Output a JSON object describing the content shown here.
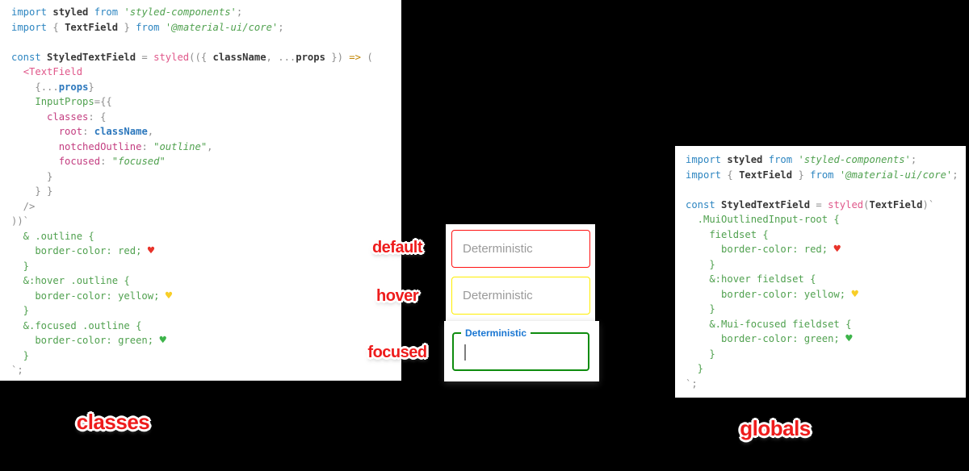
{
  "canvas": {
    "background": "#000000"
  },
  "captions": {
    "default": "default",
    "hover": "hover",
    "focused": "focused",
    "classes": "classes",
    "globals": "globals",
    "color": "#ee1c1c"
  },
  "fields": {
    "default": {
      "placeholder": "Deterministic",
      "border_color": "#ff0000",
      "state": "default"
    },
    "hover": {
      "placeholder": "Deterministic",
      "border_color": "#ffff00",
      "state": "hover"
    },
    "focused": {
      "label": "Deterministic",
      "border_color": "#008000",
      "label_color": "#1976d2",
      "state": "focused"
    }
  },
  "left_code": {
    "name": "classes approach",
    "lines": [
      [
        {
          "t": "import",
          "c": "kw"
        },
        {
          "t": " ",
          "c": "def"
        },
        {
          "t": "styled",
          "c": "bold"
        },
        {
          "t": " ",
          "c": "def"
        },
        {
          "t": "from",
          "c": "kw"
        },
        {
          "t": " ",
          "c": "def"
        },
        {
          "t": "'styled-components'",
          "c": "str"
        },
        {
          "t": ";",
          "c": "pun"
        }
      ],
      [
        {
          "t": "import",
          "c": "kw"
        },
        {
          "t": " ",
          "c": "def"
        },
        {
          "t": "{ ",
          "c": "pun"
        },
        {
          "t": "TextField",
          "c": "bold"
        },
        {
          "t": " }",
          "c": "pun"
        },
        {
          "t": " ",
          "c": "def"
        },
        {
          "t": "from",
          "c": "kw"
        },
        {
          "t": " ",
          "c": "def"
        },
        {
          "t": "'@material-ui/core'",
          "c": "str"
        },
        {
          "t": ";",
          "c": "pun"
        }
      ],
      [],
      [
        {
          "t": "const",
          "c": "kw"
        },
        {
          "t": " ",
          "c": "def"
        },
        {
          "t": "StyledTextField",
          "c": "bold"
        },
        {
          "t": " = ",
          "c": "pun"
        },
        {
          "t": "styled",
          "c": "pink"
        },
        {
          "t": "(({ ",
          "c": "pun"
        },
        {
          "t": "className",
          "c": "bold"
        },
        {
          "t": ", ",
          "c": "pun"
        },
        {
          "t": "...",
          "c": "pun"
        },
        {
          "t": "props",
          "c": "bold"
        },
        {
          "t": " }) ",
          "c": "pun"
        },
        {
          "t": "=>",
          "c": "arw"
        },
        {
          "t": " (",
          "c": "pun"
        }
      ],
      [
        {
          "t": "  ",
          "c": "def"
        },
        {
          "t": "<TextField",
          "c": "pink"
        }
      ],
      [
        {
          "t": "    ",
          "c": "def"
        },
        {
          "t": "{...",
          "c": "pun"
        },
        {
          "t": "props",
          "c": "blue"
        },
        {
          "t": "}",
          "c": "pun"
        }
      ],
      [
        {
          "t": "    ",
          "c": "def"
        },
        {
          "t": "InputProps",
          "c": "css"
        },
        {
          "t": "={{",
          "c": "pun"
        }
      ],
      [
        {
          "t": "      ",
          "c": "def"
        },
        {
          "t": "classes",
          "c": "prop"
        },
        {
          "t": ": {",
          "c": "pun"
        }
      ],
      [
        {
          "t": "        ",
          "c": "def"
        },
        {
          "t": "root",
          "c": "prop"
        },
        {
          "t": ": ",
          "c": "pun"
        },
        {
          "t": "className",
          "c": "blue"
        },
        {
          "t": ",",
          "c": "pun"
        }
      ],
      [
        {
          "t": "        ",
          "c": "def"
        },
        {
          "t": "notchedOutline",
          "c": "prop"
        },
        {
          "t": ": ",
          "c": "pun"
        },
        {
          "t": "\"outline\"",
          "c": "str"
        },
        {
          "t": ",",
          "c": "pun"
        }
      ],
      [
        {
          "t": "        ",
          "c": "def"
        },
        {
          "t": "focused",
          "c": "prop"
        },
        {
          "t": ": ",
          "c": "pun"
        },
        {
          "t": "\"focused\"",
          "c": "str"
        }
      ],
      [
        {
          "t": "      }",
          "c": "pun"
        }
      ],
      [
        {
          "t": "    } }",
          "c": "pun"
        }
      ],
      [
        {
          "t": "  />",
          "c": "pun"
        }
      ],
      [
        {
          "t": "))`",
          "c": "pun"
        }
      ],
      [
        {
          "t": "  & .outline {",
          "c": "css"
        }
      ],
      [
        {
          "t": "    border-color: red; ",
          "c": "css"
        },
        {
          "t": "♥",
          "c": "hr"
        }
      ],
      [
        {
          "t": "  }",
          "c": "css"
        }
      ],
      [
        {
          "t": "  &:hover .outline {",
          "c": "css"
        }
      ],
      [
        {
          "t": "    border-color: yellow; ",
          "c": "css"
        },
        {
          "t": "♥",
          "c": "hy"
        }
      ],
      [
        {
          "t": "  }",
          "c": "css"
        }
      ],
      [
        {
          "t": "  &.focused .outline {",
          "c": "css"
        }
      ],
      [
        {
          "t": "    border-color: green; ",
          "c": "css"
        },
        {
          "t": "♥",
          "c": "hg"
        }
      ],
      [
        {
          "t": "  }",
          "c": "css"
        }
      ],
      [
        {
          "t": "`;",
          "c": "pun"
        }
      ]
    ]
  },
  "right_code": {
    "name": "globals approach",
    "lines": [
      [
        {
          "t": "import",
          "c": "kw"
        },
        {
          "t": " ",
          "c": "def"
        },
        {
          "t": "styled",
          "c": "bold"
        },
        {
          "t": " ",
          "c": "def"
        },
        {
          "t": "from",
          "c": "kw"
        },
        {
          "t": " ",
          "c": "def"
        },
        {
          "t": "'styled-components'",
          "c": "str"
        },
        {
          "t": ";",
          "c": "pun"
        }
      ],
      [
        {
          "t": "import",
          "c": "kw"
        },
        {
          "t": " ",
          "c": "def"
        },
        {
          "t": "{ ",
          "c": "pun"
        },
        {
          "t": "TextField",
          "c": "bold"
        },
        {
          "t": " }",
          "c": "pun"
        },
        {
          "t": " ",
          "c": "def"
        },
        {
          "t": "from",
          "c": "kw"
        },
        {
          "t": " ",
          "c": "def"
        },
        {
          "t": "'@material-ui/core'",
          "c": "str"
        },
        {
          "t": ";",
          "c": "pun"
        }
      ],
      [],
      [
        {
          "t": "const",
          "c": "kw"
        },
        {
          "t": " ",
          "c": "def"
        },
        {
          "t": "StyledTextField",
          "c": "bold"
        },
        {
          "t": " = ",
          "c": "pun"
        },
        {
          "t": "styled",
          "c": "pink"
        },
        {
          "t": "(",
          "c": "pun"
        },
        {
          "t": "TextField",
          "c": "bold"
        },
        {
          "t": ")`",
          "c": "pun"
        }
      ],
      [
        {
          "t": "  .MuiOutlinedInput-root {",
          "c": "css"
        }
      ],
      [
        {
          "t": "    fieldset {",
          "c": "css"
        }
      ],
      [
        {
          "t": "      border-color: red; ",
          "c": "css"
        },
        {
          "t": "♥",
          "c": "hr"
        }
      ],
      [
        {
          "t": "    }",
          "c": "css"
        }
      ],
      [
        {
          "t": "    &:hover fieldset {",
          "c": "css"
        }
      ],
      [
        {
          "t": "      border-color: yellow; ",
          "c": "css"
        },
        {
          "t": "♥",
          "c": "hy"
        }
      ],
      [
        {
          "t": "    }",
          "c": "css"
        }
      ],
      [
        {
          "t": "    &.Mui-focused fieldset {",
          "c": "css"
        }
      ],
      [
        {
          "t": "      border-color: green; ",
          "c": "css"
        },
        {
          "t": "♥",
          "c": "hg"
        }
      ],
      [
        {
          "t": "    }",
          "c": "css"
        }
      ],
      [
        {
          "t": "  }",
          "c": "css"
        }
      ],
      [
        {
          "t": "`;",
          "c": "pun"
        }
      ]
    ]
  }
}
